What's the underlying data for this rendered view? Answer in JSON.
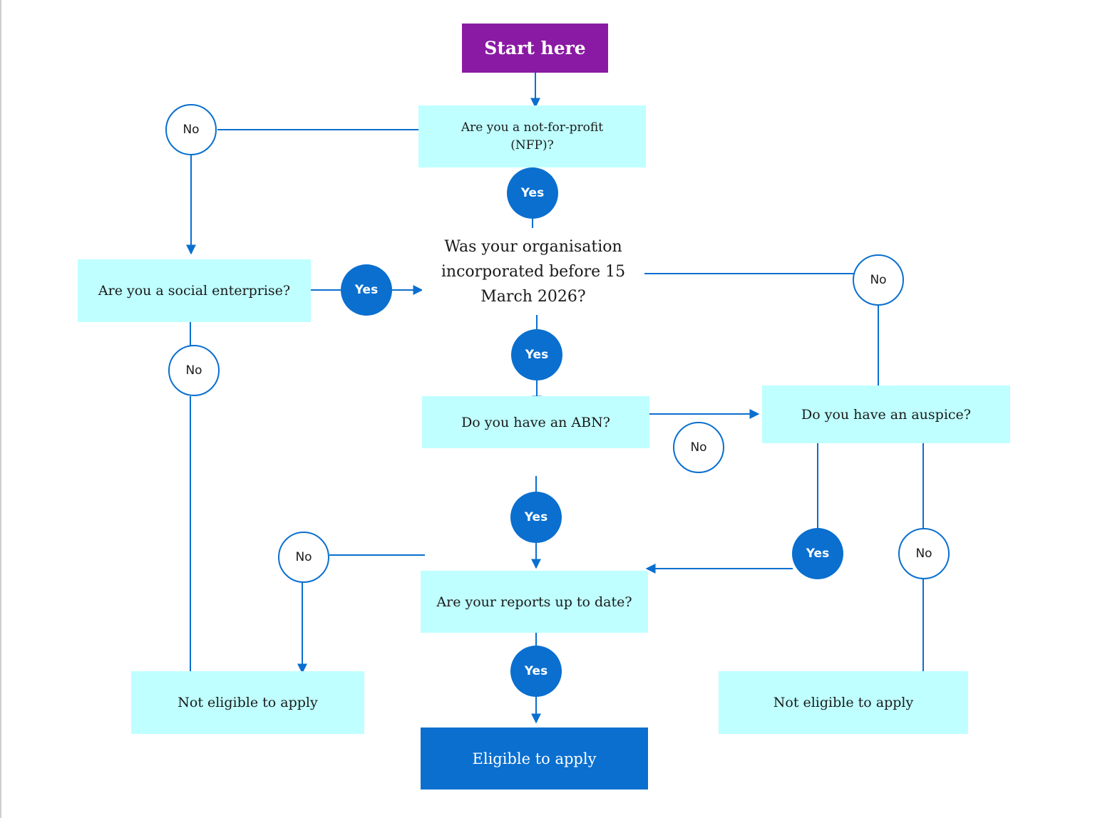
{
  "diagram": {
    "colors": {
      "accent": "#0a6fcf",
      "question_fill": "#bfffff",
      "start_fill": "#8a1aa3",
      "line": "#0a6fcf"
    },
    "start": "Start here",
    "q_nfp": "Are you a not-for-profit (NFP)?",
    "q_incorporated": "Was your organisation incorporated before 15 March 2026?",
    "q_social": "Are you a social enterprise?",
    "q_abn": "Do you have an ABN?",
    "q_auspice": "Do you have an auspice?",
    "q_reports": "Are your reports up to date?",
    "not_eligible_left": "Not eligible to apply",
    "not_eligible_right": "Not eligible to apply",
    "eligible": "Eligible to apply",
    "yes_label": "Yes",
    "no_label": "No"
  }
}
